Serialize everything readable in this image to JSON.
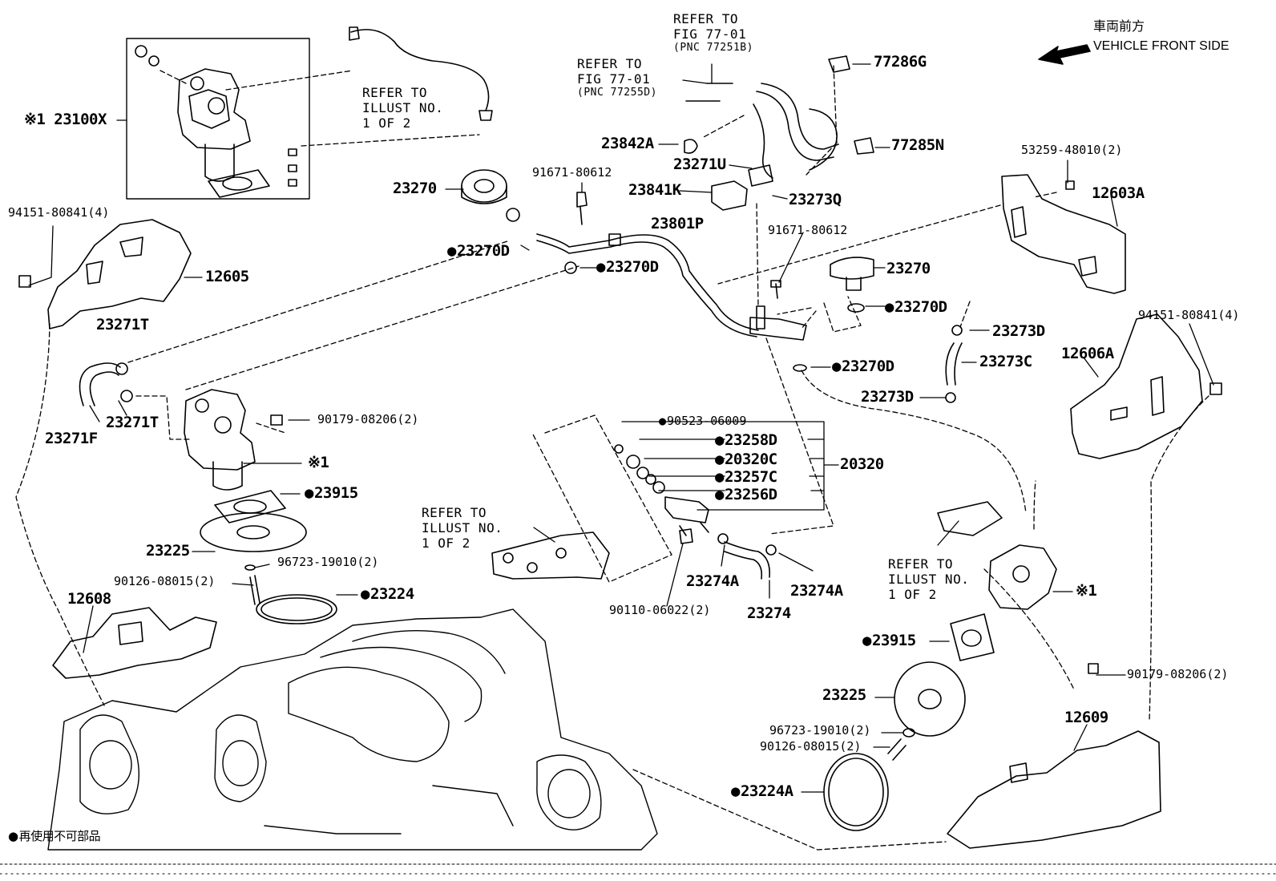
{
  "header": {
    "front_jp": "車両前方",
    "front_en": "VEHICLE FRONT SIDE"
  },
  "legend": {
    "reuse_note": "再使用不可部品"
  },
  "refs": {
    "fig_77_01_top": [
      "REFER TO",
      "FIG 77-01",
      "(PNC 77251B)"
    ],
    "fig_77_01_mid": [
      "REFER TO",
      "FIG 77-01",
      "(PNC 77255D)"
    ],
    "illust_1_of_2_a": [
      "REFER TO",
      "ILLUST NO.",
      "1 OF 2"
    ],
    "illust_1_of_2_b": [
      "REFER TO",
      "ILLUST NO.",
      "1 OF 2"
    ],
    "illust_1_of_2_c": [
      "REFER TO",
      "ILLUST NO.",
      "1 OF 2"
    ]
  },
  "parts": {
    "p23100X": "※1 23100X",
    "p94151_l": "94151-80841(4)",
    "p12605": "12605",
    "p23270_l": "23270",
    "p91671_l": "91671-80612",
    "p23270D_a": "23270D",
    "p23270D_b": "23270D",
    "p23842A": "23842A",
    "p23271U": "23271U",
    "p23841K": "23841K",
    "p23273Q": "23273Q",
    "p77286G": "77286G",
    "p77285N": "77285N",
    "p23801P": "23801P",
    "p53259": "53259-48010(2)",
    "p12603A": "12603A",
    "p91671_r": "91671-80612",
    "p23270_r": "23270",
    "p23270D_c": "23270D",
    "p23273D_a": "23273D",
    "p23273C": "23273C",
    "p23270D_d": "23270D",
    "p23273D_b": "23273D",
    "p94151_r": "94151-80841(4)",
    "p12606A": "12606A",
    "p23271T_a": "23271T",
    "p23271T_b": "23271T",
    "p23271F": "23271F",
    "p90179_l": "90179-08206(2)",
    "p_x1_l": "※1",
    "p23915_l": "23915",
    "p23225_l": "23225",
    "p96723_l": "96723-19010(2)",
    "p90126_l": "90126-08015(2)",
    "p23224": "23224",
    "p12608": "12608",
    "p90523": "90523-06009",
    "p23258D": "23258D",
    "p20320C": "20320C",
    "p23257C": "23257C",
    "p23256D": "23256D",
    "p20320": "20320",
    "p23274A_a": "23274A",
    "p23274A_b": "23274A",
    "p23274": "23274",
    "p90110": "90110-06022(2)",
    "p_x1_r": "※1",
    "p23915_r": "23915",
    "p90179_r": "90179-08206(2)",
    "p23225_r": "23225",
    "p96723_r": "96723-19010(2)",
    "p90126_r": "90126-08015(2)",
    "p23224A": "23224A",
    "p12609": "12609"
  }
}
